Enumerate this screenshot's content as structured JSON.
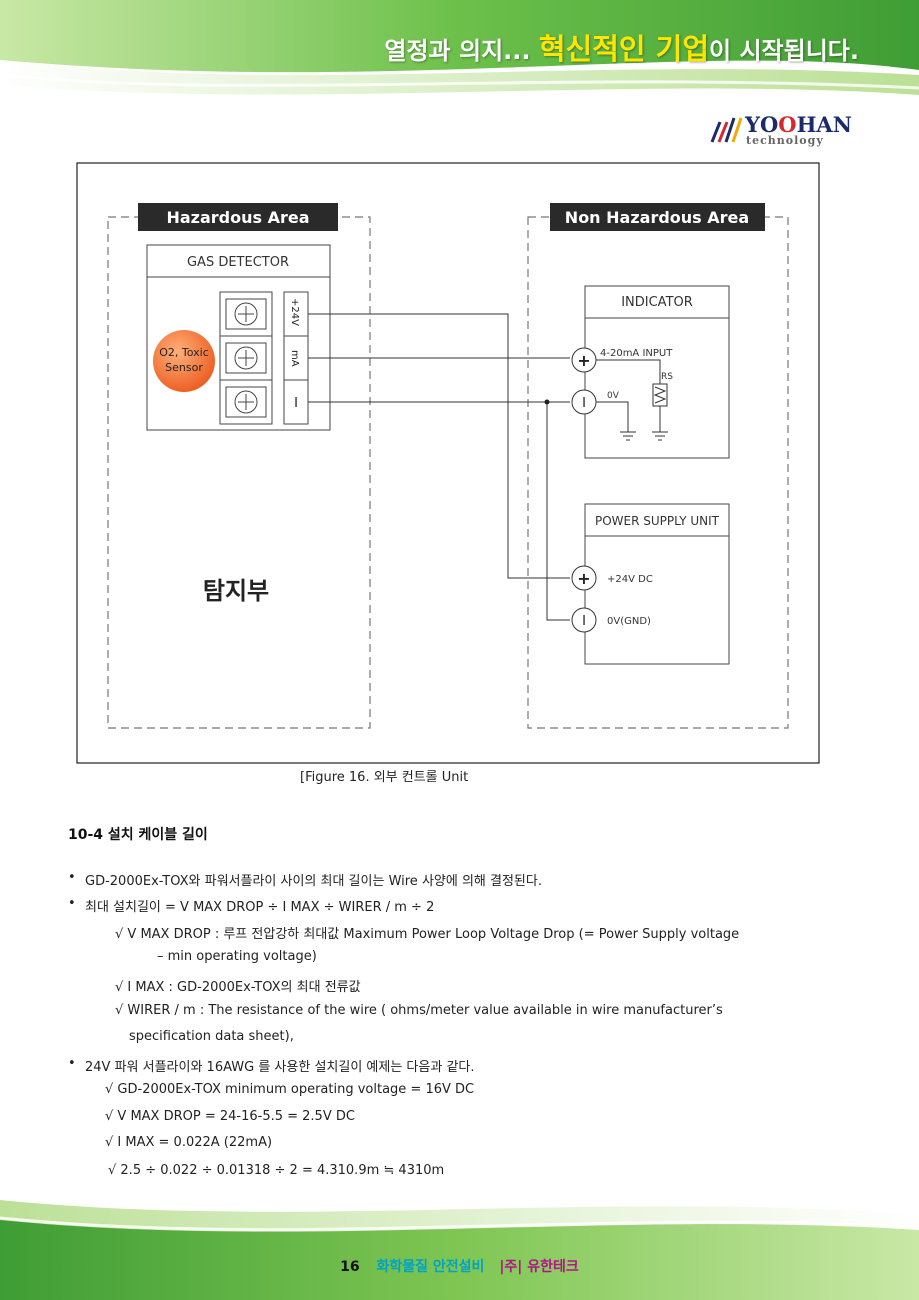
{
  "header": {
    "slogan_prefix": "열정과 의지...",
    "slogan_highlight": "혁신적인 기업",
    "slogan_suffix": "이 시작됩니다."
  },
  "logo": {
    "name_a": "YO",
    "name_b": "O",
    "name_c": "HAN",
    "sub": "technology"
  },
  "figure": {
    "hazardous_label": "Hazardous Area",
    "non_hazardous_label": "Non Hazardous Area",
    "gas_detector": "GAS DETECTOR",
    "sensor_line1": "O2, Toxic",
    "sensor_line2": "Sensor",
    "terminal_plus24v": "+24V",
    "terminal_ma": "mA",
    "terminal_minus": "I",
    "indicator": "INDICATOR",
    "input_label": "4-20mA INPUT",
    "rs_label": "RS",
    "zero_v": "0V",
    "power_supply": "POWER SUPPLY UNIT",
    "plus24v_dc": "+24V DC",
    "zero_v_gnd": "0V(GND)",
    "detector_korean": "탐지부",
    "plus_symbol": "+",
    "minus_symbol": "I",
    "caption": "[Figure 16. 외부 컨트롤 Unit"
  },
  "section": {
    "title": "10-4 설치 케이블 길이",
    "bullet1": "GD-2000Ex-TOX와 파워서플라이 사이의 최대 길이는 Wire 사양에 의해 결정된다.",
    "bullet2": "최대 설치길이 = V MAX DROP ÷ I MAX ÷ WIRER / m ÷ 2",
    "sub1_line1": "√   V MAX DROP : 루프 전압강하 최대값 Maximum Power Loop Voltage Drop (= Power Supply voltage",
    "sub1_line2": "– min operating voltage)",
    "sub2": "√   I MAX : GD-2000Ex-TOX의 최대 전류값",
    "sub3_line1": "√   WIRER / m : The resistance of the wire ( ohms/meter value available in wire manufacturer’s",
    "sub3_line2": "specification data sheet),",
    "bullet3": "24V 파워 서플라이와 16AWG 를 사용한 설치길이 예제는 다음과 같다.",
    "ex1": "√ GD-2000Ex-TOX minimum operating voltage = 16V DC",
    "ex2": "√ V MAX DROP = 24-16-5.5 = 2.5V DC",
    "ex3": "√ I MAX = 0.022A (22mA)",
    "ex4": "√ 2.5 ÷ 0.022 ÷ 0.01318 ÷ 2 = 4.310.9m ≒ 4310m"
  },
  "footer": {
    "page_number": "16",
    "text": "화학물질 안전설비",
    "company_bar": "|주|",
    "company_name": "유한테크"
  },
  "colors": {
    "green_light": "#9fd36a",
    "green_dark": "#4aa83a",
    "accent_cyan": "#00a3c4",
    "accent_magenta": "#b3128a",
    "sensor_orange": "#f26b2d"
  }
}
